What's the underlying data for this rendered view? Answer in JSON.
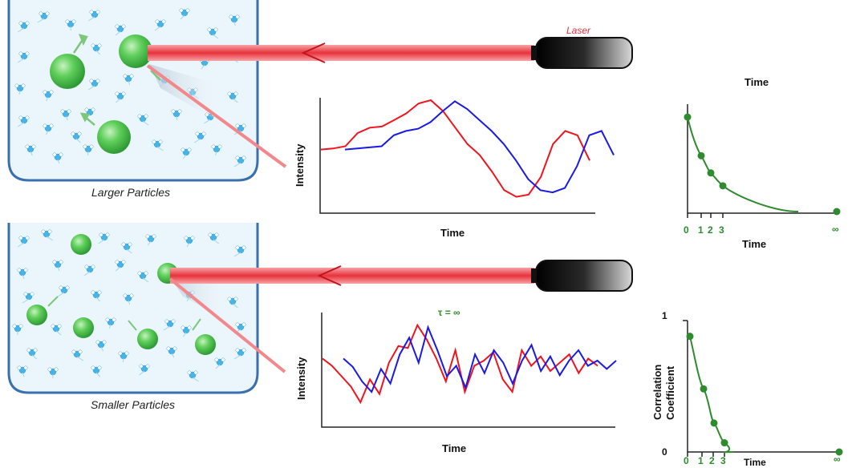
{
  "colors": {
    "beam": "#e8323c",
    "trace_red": "#f0141e",
    "trace_blue": "#1a1ae6",
    "particle_green": "#3cbd3c",
    "curve_green": "#2e8b2e",
    "container_border": "#3a6fb0",
    "liquid": "#eaf6fc",
    "solvent": "#46b4e6"
  },
  "top_row": {
    "caption": "Larger Particles",
    "laser_label": "Laser",
    "intensity_plot": {
      "ylabel": "Intensity",
      "xlabel": "Time"
    },
    "correlation_plot": {
      "top_label": "Time",
      "xlabel": "Time",
      "ticks": [
        "0",
        "1",
        "2",
        "3"
      ],
      "infinity": "∞"
    }
  },
  "bottom_row": {
    "caption": "Smaller Particles",
    "intensity_plot": {
      "ylabel": "Intensity",
      "xlabel": "Time",
      "annotation": "τ = ∞"
    },
    "correlation_plot": {
      "ylabel_line1": "Correlation",
      "ylabel_line2": "Coefficient",
      "y_one": "1",
      "y_zero": "0",
      "xlabel": "Time",
      "ticks": [
        "0",
        "1",
        "2",
        "3"
      ],
      "infinity": "∞"
    }
  },
  "chart_data": [
    {
      "type": "line",
      "xlabel": "Time",
      "ylabel": "Intensity",
      "series": [
        {
          "values": [
            0.55,
            0.56,
            0.58,
            0.7,
            0.75,
            0.76,
            0.82,
            0.88,
            0.97,
            1.0,
            0.9,
            0.75,
            0.6,
            0.5,
            0.35,
            0.18,
            0.12,
            0.14,
            0.3,
            0.6,
            0.72,
            0.68,
            0.45
          ]
        },
        {
          "values": [
            0.55,
            0.56,
            0.57,
            0.58,
            0.68,
            0.72,
            0.74,
            0.8,
            0.9,
            0.99,
            0.92,
            0.82,
            0.72,
            0.6,
            0.45,
            0.28,
            0.18,
            0.16,
            0.2,
            0.4,
            0.68,
            0.72,
            0.5
          ]
        }
      ]
    },
    {
      "type": "scatter",
      "xlabel": "Time",
      "x_ticks": [
        "0",
        "1",
        "2",
        "3",
        "∞"
      ],
      "points": [
        {
          "x": 0,
          "y": 0.88
        },
        {
          "x": 1,
          "y": 0.52
        },
        {
          "x": 2,
          "y": 0.36
        },
        {
          "x": 3,
          "y": 0.24
        },
        {
          "x": "∞",
          "y": 0.0
        }
      ]
    },
    {
      "type": "line",
      "xlabel": "Time",
      "ylabel": "Intensity",
      "series": [
        {
          "values": [
            0.62,
            0.55,
            0.45,
            0.35,
            0.2,
            0.42,
            0.28,
            0.58,
            0.74,
            0.72,
            0.94,
            0.8,
            0.62,
            0.4,
            0.7,
            0.3,
            0.55,
            0.6,
            0.68,
            0.42,
            0.3,
            0.7,
            0.55,
            0.64,
            0.5,
            0.58,
            0.66,
            0.48,
            0.62,
            0.55
          ]
        },
        {
          "values": [
            0.62,
            0.54,
            0.4,
            0.3,
            0.52,
            0.38,
            0.66,
            0.82,
            0.58,
            0.92,
            0.7,
            0.45,
            0.55,
            0.34,
            0.66,
            0.48,
            0.7,
            0.58,
            0.38,
            0.6,
            0.75,
            0.5,
            0.64,
            0.46,
            0.6,
            0.7,
            0.55,
            0.6,
            0.52,
            0.6
          ]
        }
      ]
    },
    {
      "type": "scatter",
      "ylabel": "Correlation Coefficient",
      "xlabel": "Time",
      "x_ticks": [
        "0",
        "1",
        "2",
        "3",
        "∞"
      ],
      "ylim": [
        0,
        1
      ],
      "points": [
        {
          "x": 0,
          "y": 0.88
        },
        {
          "x": 1,
          "y": 0.48
        },
        {
          "x": 2,
          "y": 0.22
        },
        {
          "x": 3,
          "y": 0.07
        },
        {
          "x": "∞",
          "y": 0.0
        }
      ]
    }
  ]
}
